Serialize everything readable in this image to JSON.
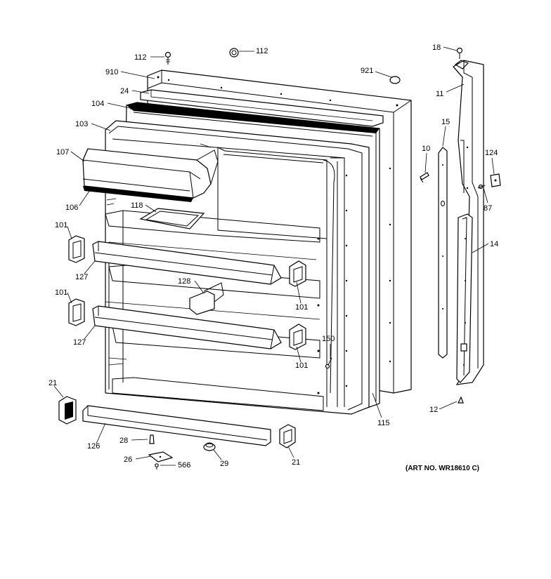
{
  "art_number": "(ART NO. WR18610 C)",
  "labels": {
    "l112a": "112",
    "l112b": "112",
    "l910": "910",
    "l24": "24",
    "l104": "104",
    "l103": "103",
    "l107": "107",
    "l106": "106",
    "l118": "118",
    "l101a": "101",
    "l127a": "127",
    "l128": "128",
    "l101b": "101",
    "l101c": "101",
    "l127b": "127",
    "l101d": "101",
    "l150": "150",
    "l21a": "21",
    "l126": "126",
    "l28": "28",
    "l26": "26",
    "l566": "566",
    "l29": "29",
    "l21b": "21",
    "l921": "921",
    "l18": "18",
    "l11": "11",
    "l15": "15",
    "l10": "10",
    "l124": "124",
    "l87": "87",
    "l14": "14",
    "l12": "12",
    "l115": "115"
  }
}
